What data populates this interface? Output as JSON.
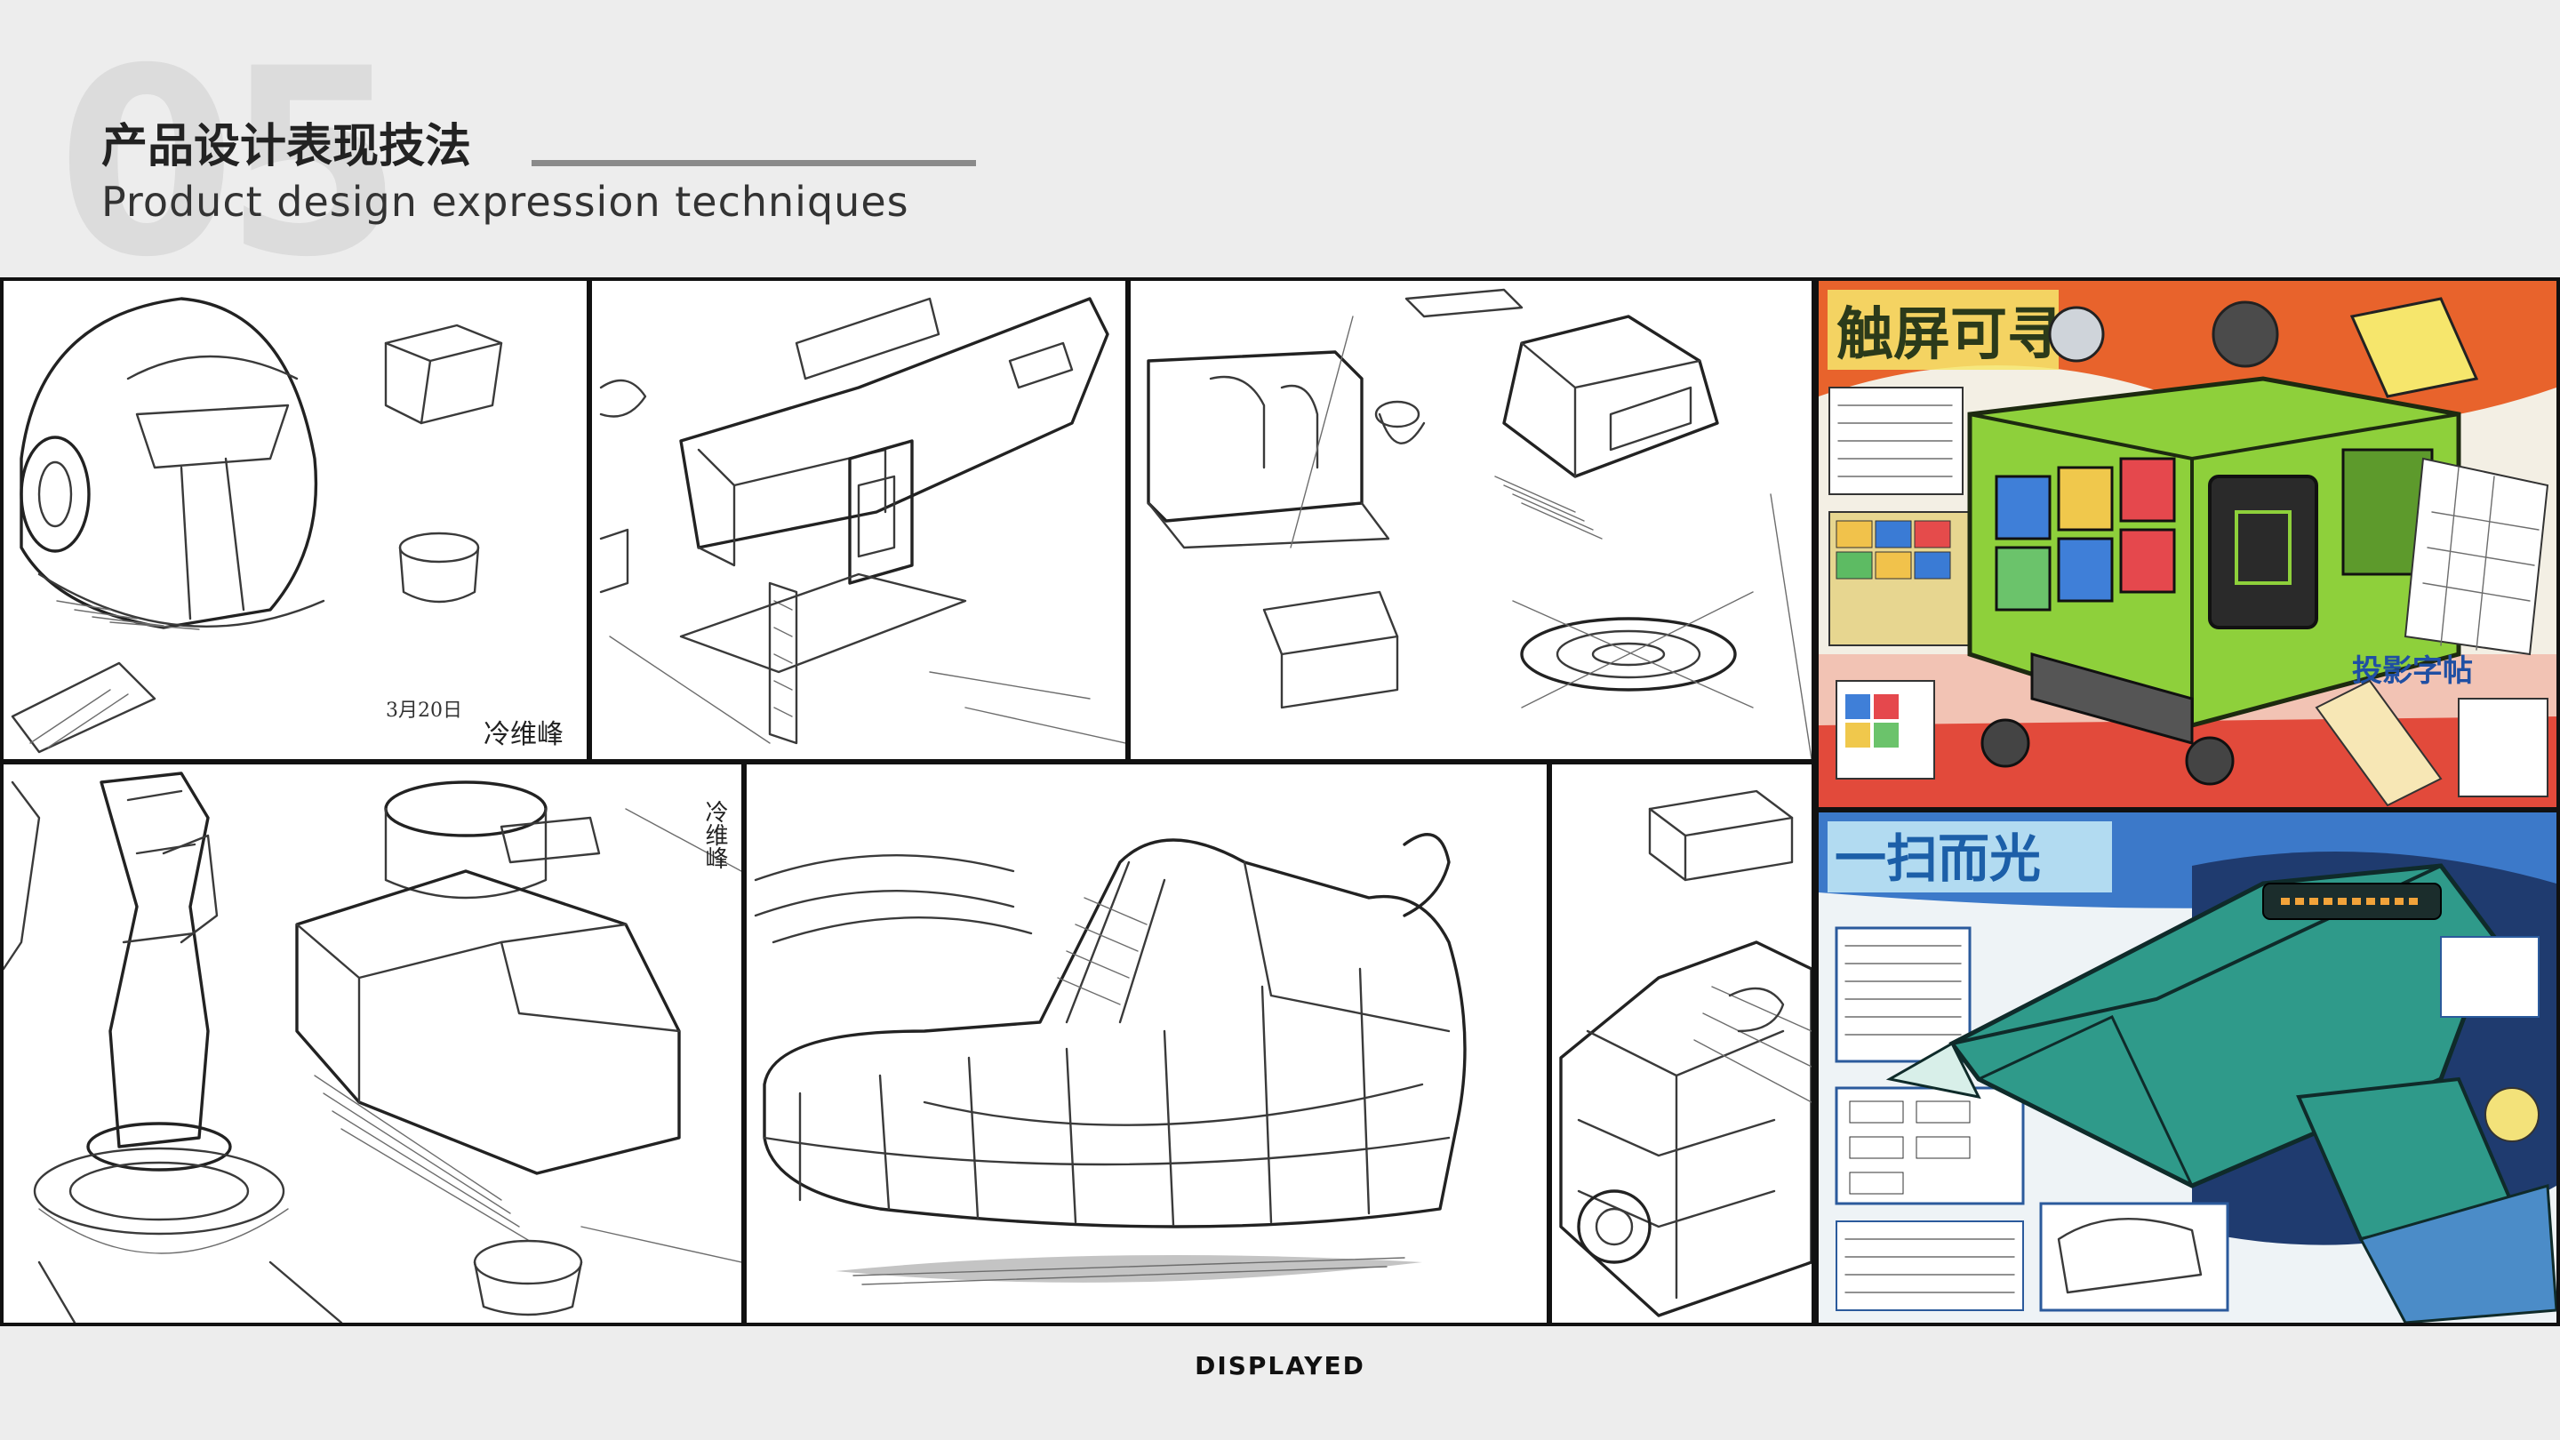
{
  "header": {
    "section_number": "05",
    "title_cn": "产品设计表现技法",
    "title_en": "Product design expression techniques"
  },
  "footer": {
    "label": "DISPLAYED"
  },
  "panels": {
    "helmet": {
      "signature": "冷维峰",
      "date": "3月20日"
    },
    "vertical_sketch": {
      "signature": "冷维峰"
    },
    "poster_top": {
      "title": "触屏可寻",
      "caption": "投影字帖"
    },
    "poster_bottom": {
      "title": "一扫而光"
    }
  },
  "colors": {
    "background": "#ededed",
    "grid_border": "#111111",
    "paper": "#ffffff"
  }
}
